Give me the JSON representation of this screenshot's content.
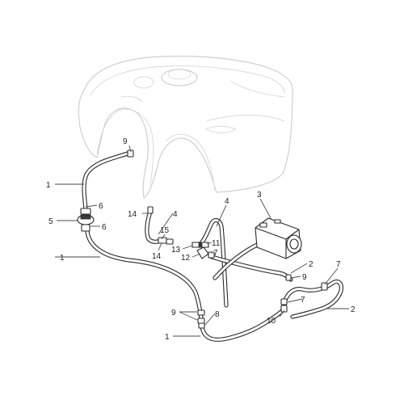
{
  "callouts": [
    {
      "id": "c1a",
      "label": "1"
    },
    {
      "id": "c1b",
      "label": "1"
    },
    {
      "id": "c1c",
      "label": "1"
    },
    {
      "id": "c2a",
      "label": "2"
    },
    {
      "id": "c2b",
      "label": "2"
    },
    {
      "id": "c3",
      "label": "3"
    },
    {
      "id": "c4a",
      "label": "4"
    },
    {
      "id": "c4b",
      "label": "4"
    },
    {
      "id": "c5",
      "label": "5"
    },
    {
      "id": "c6a",
      "label": "6"
    },
    {
      "id": "c6b",
      "label": "6"
    },
    {
      "id": "c7a",
      "label": "7"
    },
    {
      "id": "c7b",
      "label": "7"
    },
    {
      "id": "c7c",
      "label": "7"
    },
    {
      "id": "c8",
      "label": "8"
    },
    {
      "id": "c9a",
      "label": "9"
    },
    {
      "id": "c9b",
      "label": "9"
    },
    {
      "id": "c9c",
      "label": "9"
    },
    {
      "id": "c10",
      "label": "10"
    },
    {
      "id": "c11",
      "label": "11"
    },
    {
      "id": "c12",
      "label": "12"
    },
    {
      "id": "c13",
      "label": "13"
    },
    {
      "id": "c14a",
      "label": "14"
    },
    {
      "id": "c14b",
      "label": "14"
    },
    {
      "id": "c15",
      "label": "15"
    }
  ]
}
